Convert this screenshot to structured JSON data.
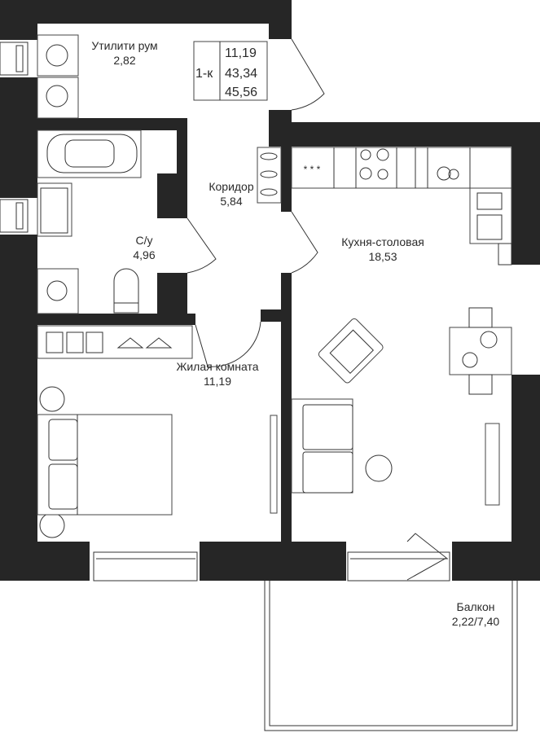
{
  "plan": {
    "apartment_type": "1-к",
    "areas": {
      "living": "11,19",
      "total": "43,34",
      "total_with_balcony": "45,56"
    },
    "rooms": [
      {
        "name": "Утилити рум",
        "area": "2,82"
      },
      {
        "name": "Коридор",
        "area": "5,84"
      },
      {
        "name": "С/у",
        "area": "4,96"
      },
      {
        "name": "Кухня-столовая",
        "area": "18,53"
      },
      {
        "name": "Жилая комната",
        "area": "11,19"
      },
      {
        "name": "Балкон",
        "area": "2,22/7,40"
      }
    ]
  },
  "colors": {
    "wall": "#262626",
    "line": "#333333"
  }
}
